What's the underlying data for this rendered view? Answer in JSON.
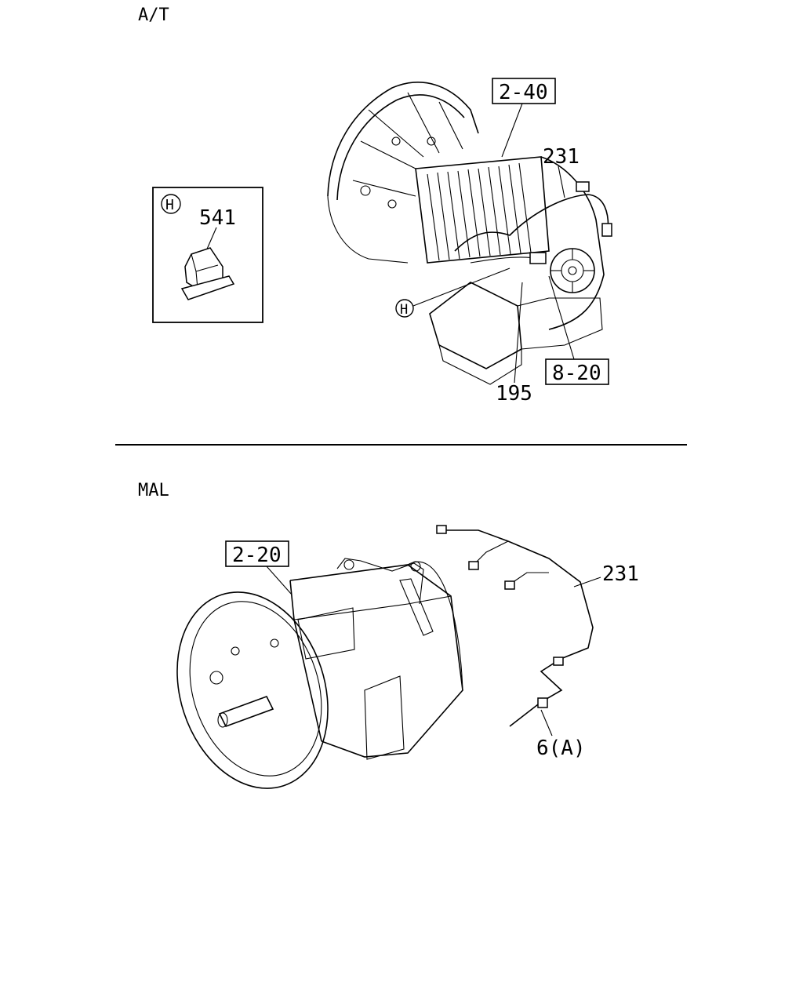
{
  "sections": {
    "top_title": "A/T",
    "bottom_title": "MAL"
  },
  "callouts": {
    "at_ref_box": "2-40",
    "at_harness": "231",
    "inset_part": "541",
    "inset_marker": "H",
    "pointer_marker": "H",
    "at_ref_box_lower": "8-20",
    "at_part_lower": "195",
    "mal_ref_box": "2-20",
    "mal_harness": "231",
    "mal_part": "6(A)"
  }
}
